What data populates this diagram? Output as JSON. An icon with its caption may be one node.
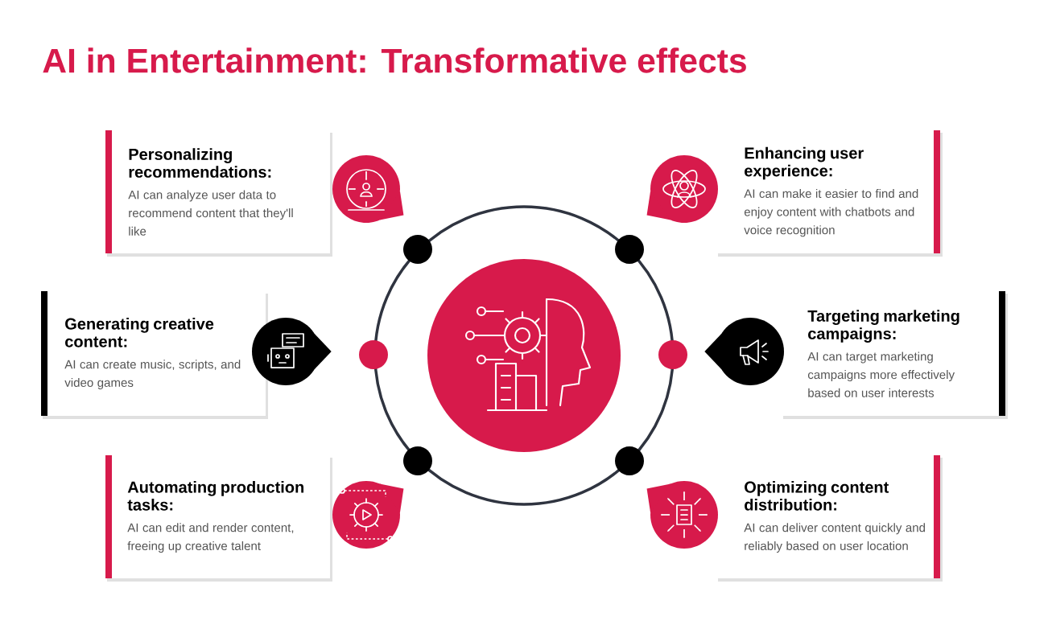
{
  "diagram": {
    "title": "AI in Entertainment: Transformative effects",
    "nodes": [
      {
        "text": [
          "Personalizing recommendations:",
          "AI can analyze user data to recommend content that they'll like"
        ]
      },
      {
        "text": [
          "Enhancing user experience:",
          "AI can make it easier to find and enjoy content with chatbots and voice recognition"
        ]
      },
      {
        "text": [
          "Generating creative content:",
          "AI can create music, scripts, and video games"
        ]
      },
      {
        "text": [
          "Targeting marketing campaigns:",
          "AI can target marketing campaigns more effectively based on user interests"
        ]
      },
      {
        "text": [
          "Automating production tasks:",
          "AI can edit and render content, freeing up creative talent"
        ]
      },
      {
        "text": [
          "Optimizing content distribution:",
          "AI can deliver content quickly and reliably based on user location"
        ]
      }
    ]
  }
}
